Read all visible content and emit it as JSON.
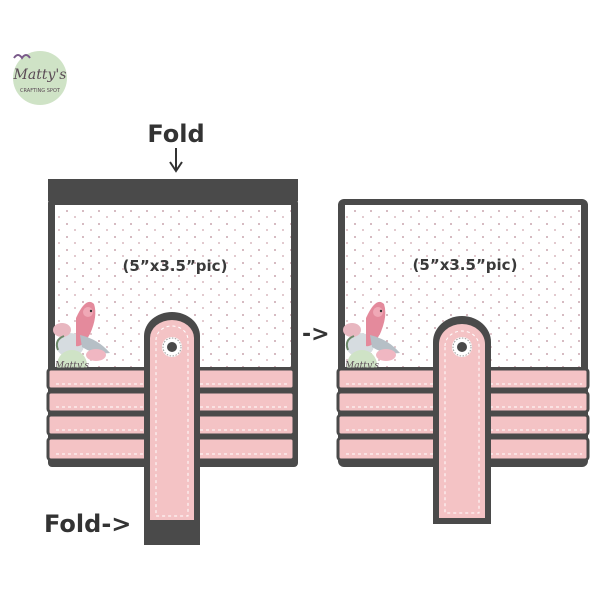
{
  "labels": {
    "fold_top": "Fold",
    "fold_bottom": "Fold->",
    "arrow_between": "->",
    "pic_left": "(5”x3.5”pic)",
    "pic_right": "(5”x3.5”pic)"
  },
  "logo": {
    "name": "Matty's",
    "tagline": "CRAFTING SPOT"
  },
  "colors": {
    "frame": "#4a4a4a",
    "pink": "#f4c3c5",
    "pink_dash": "#ffffff",
    "logo_green": "#cfe3c6"
  },
  "icons": {
    "fold_arrow": "down-arrow-icon",
    "grommet": "eyelet-icon",
    "bird": "cockatoo-illustration"
  }
}
